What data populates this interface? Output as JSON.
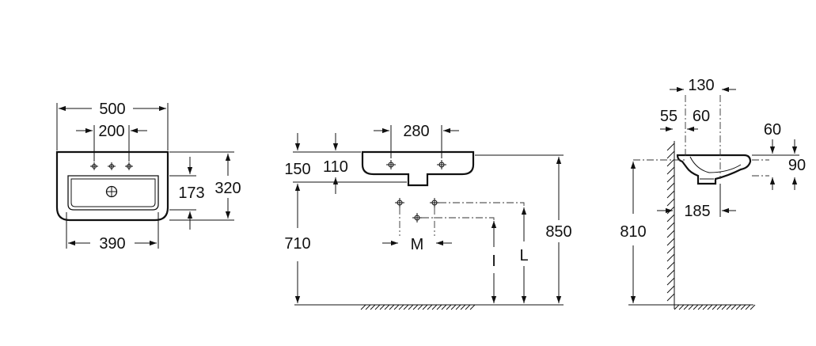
{
  "top_view": {
    "width_overall": "500",
    "tap_hole_spacing": "200",
    "basin_width": "390",
    "basin_depth": "173",
    "overall_depth": "320"
  },
  "front_view": {
    "hole_spacing": "280",
    "rim_to_waste": "150",
    "rim_thickness": "110",
    "floor_to_waste": "710",
    "supply_spacing": "M",
    "label_i": "I",
    "label_l": "L",
    "floor_to_rim": "850"
  },
  "side_view": {
    "projection_130": "130",
    "wall_to_hole": "55",
    "hole_offset": "60",
    "rim_offset": "60",
    "rim_height": "90",
    "waste_depth": "185",
    "floor_to_basin": "810"
  },
  "colors": {
    "line": "#111111",
    "background": "#ffffff"
  }
}
